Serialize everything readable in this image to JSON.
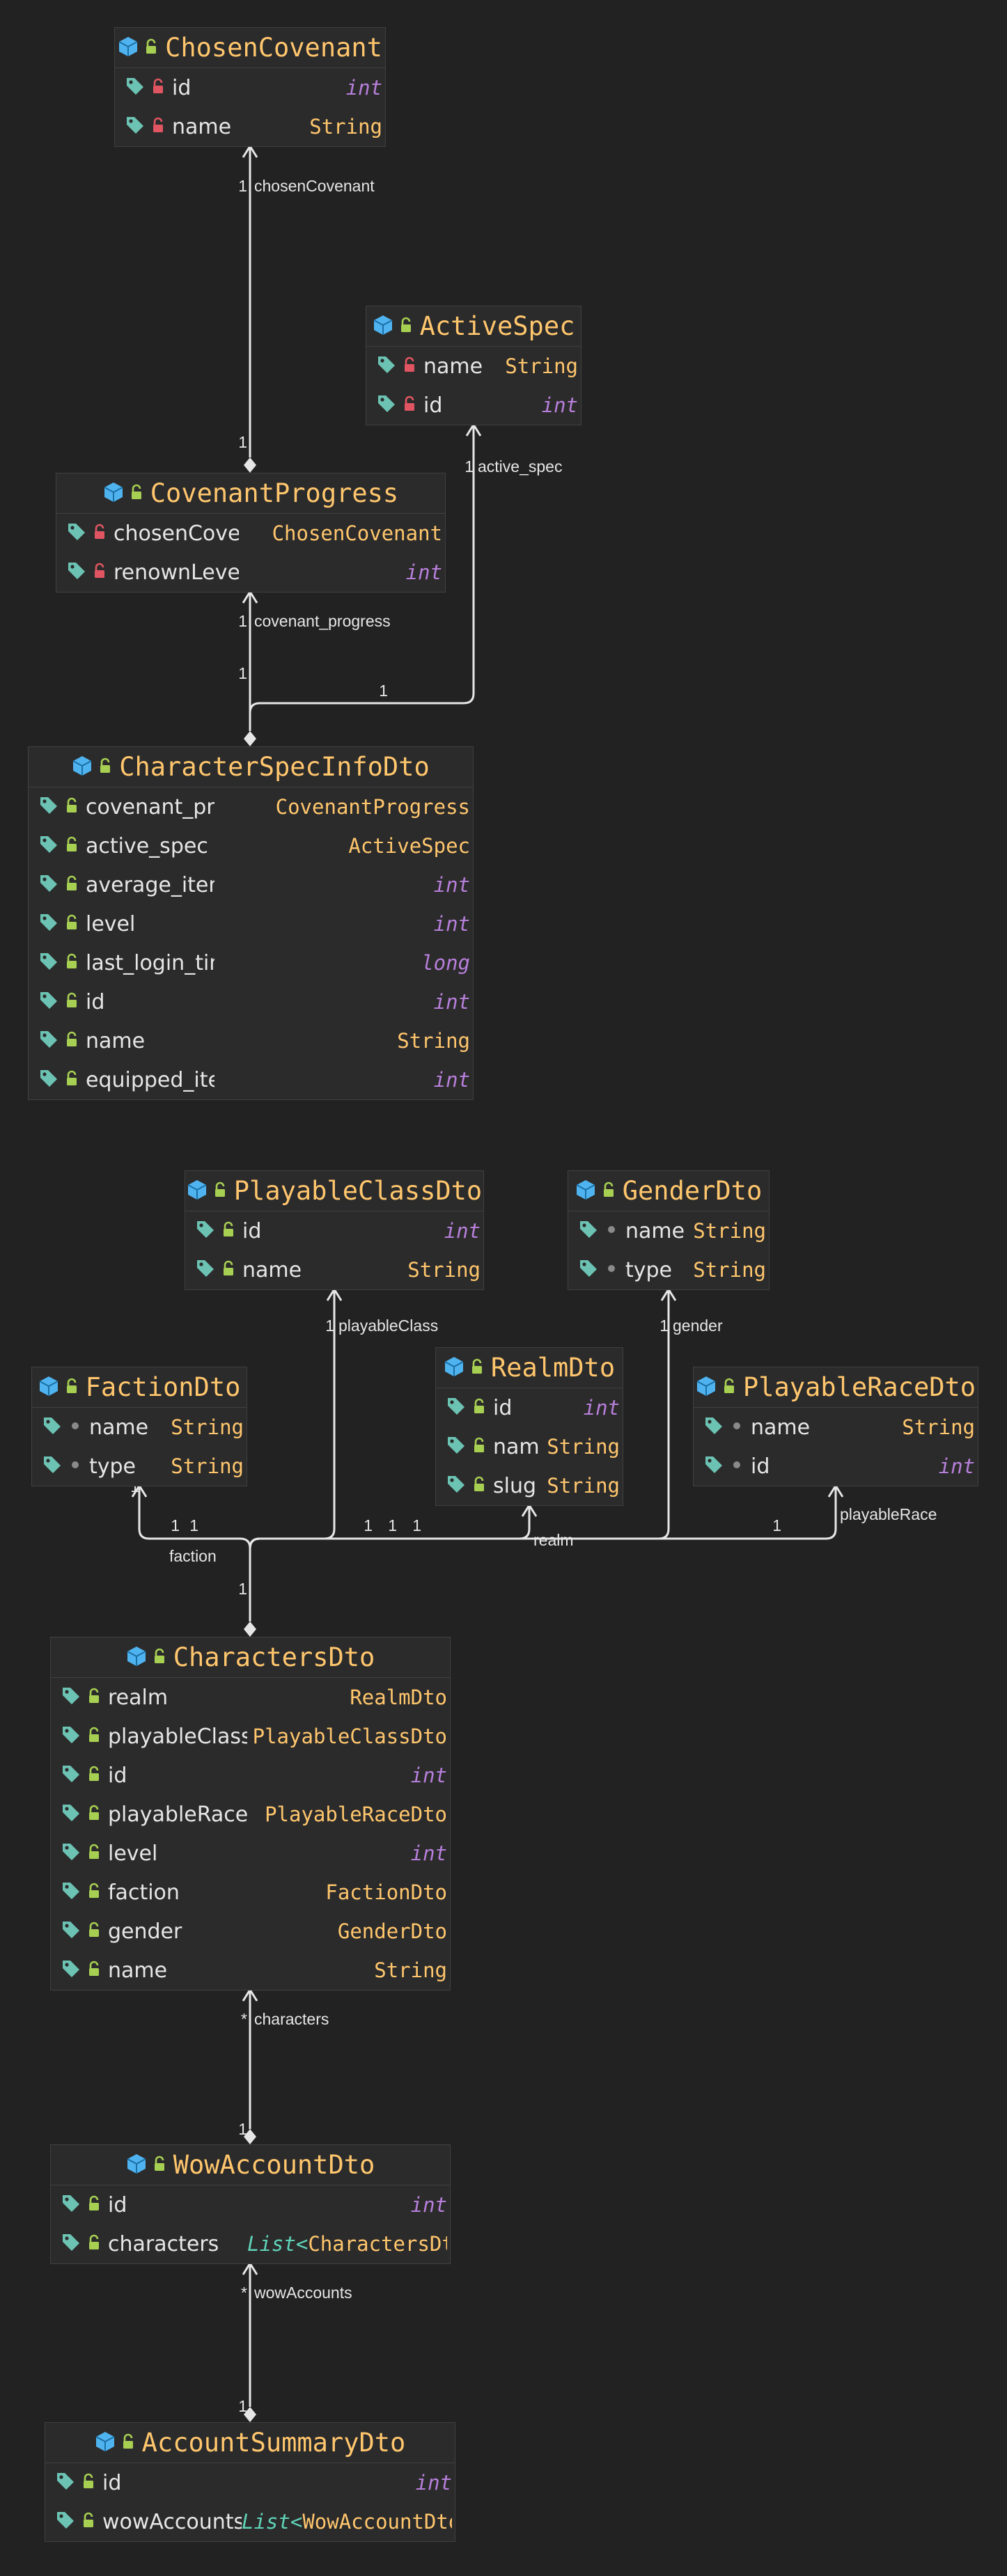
{
  "diagram": {
    "colors": {
      "background": "#222222",
      "box": "#2b2b2b",
      "border": "#404040",
      "class_name": "#ffc66d",
      "ref_type": "#ffc66d",
      "primitive_type": "#b77fdb",
      "list_type": "#5fd3b8",
      "field_name": "#e6e6e6",
      "edge": "#e6e6e6",
      "class_icon": "#4fb3f0",
      "tag_icon": "#6cc3b3",
      "lock_private": "#e05561",
      "lock_public": "#a7cf52"
    },
    "classes": [
      {
        "id": "ChosenCovenant",
        "name": "ChosenCovenant",
        "fields": [
          {
            "name": "id",
            "type": "int",
            "primitive": true,
            "visibility": "private"
          },
          {
            "name": "name",
            "type": "String",
            "visibility": "private"
          }
        ]
      },
      {
        "id": "ActiveSpec",
        "name": "ActiveSpec",
        "fields": [
          {
            "name": "name",
            "type": "String",
            "visibility": "private"
          },
          {
            "name": "id",
            "type": "int",
            "primitive": true,
            "visibility": "private"
          }
        ]
      },
      {
        "id": "CovenantProgress",
        "name": "CovenantProgress",
        "fields": [
          {
            "name": "chosenCovenant",
            "type": "ChosenCovenant",
            "visibility": "private"
          },
          {
            "name": "renownLevel",
            "type": "int",
            "primitive": true,
            "visibility": "private"
          }
        ]
      },
      {
        "id": "CharacterSpecInfoDto",
        "name": "CharacterSpecInfoDto",
        "fields": [
          {
            "name": "covenant_progress",
            "type": "CovenantProgress",
            "visibility": "public"
          },
          {
            "name": "active_spec",
            "type": "ActiveSpec",
            "visibility": "public"
          },
          {
            "name": "average_item_level",
            "type": "int",
            "primitive": true,
            "visibility": "public"
          },
          {
            "name": "level",
            "type": "int",
            "primitive": true,
            "visibility": "public"
          },
          {
            "name": "last_login_timestamp",
            "type": "long",
            "primitive": true,
            "visibility": "public"
          },
          {
            "name": "id",
            "type": "int",
            "primitive": true,
            "visibility": "public"
          },
          {
            "name": "name",
            "type": "String",
            "visibility": "public"
          },
          {
            "name": "equipped_item_level",
            "type": "int",
            "primitive": true,
            "visibility": "public"
          }
        ]
      },
      {
        "id": "PlayableClassDto",
        "name": "PlayableClassDto",
        "fields": [
          {
            "name": "id",
            "type": "int",
            "primitive": true,
            "visibility": "public"
          },
          {
            "name": "name",
            "type": "String",
            "visibility": "public"
          }
        ]
      },
      {
        "id": "GenderDto",
        "name": "GenderDto",
        "fields": [
          {
            "name": "name",
            "type": "String",
            "visibility": "package"
          },
          {
            "name": "type",
            "type": "String",
            "visibility": "package"
          }
        ]
      },
      {
        "id": "FactionDto",
        "name": "FactionDto",
        "fields": [
          {
            "name": "name",
            "type": "String",
            "visibility": "package"
          },
          {
            "name": "type",
            "type": "String",
            "visibility": "package"
          }
        ]
      },
      {
        "id": "RealmDto",
        "name": "RealmDto",
        "fields": [
          {
            "name": "id",
            "type": "int",
            "primitive": true,
            "visibility": "public"
          },
          {
            "name": "name",
            "type": "String",
            "visibility": "public"
          },
          {
            "name": "slug",
            "type": "String",
            "visibility": "public"
          }
        ]
      },
      {
        "id": "PlayableRaceDto",
        "name": "PlayableRaceDto",
        "fields": [
          {
            "name": "name",
            "type": "String",
            "visibility": "package"
          },
          {
            "name": "id",
            "type": "int",
            "primitive": true,
            "visibility": "package"
          }
        ]
      },
      {
        "id": "CharactersDto",
        "name": "CharactersDto",
        "fields": [
          {
            "name": "realm",
            "type": "RealmDto",
            "visibility": "public"
          },
          {
            "name": "playableClass",
            "type": "PlayableClassDto",
            "visibility": "public"
          },
          {
            "name": "id",
            "type": "int",
            "primitive": true,
            "visibility": "public"
          },
          {
            "name": "playableRace",
            "type": "PlayableRaceDto",
            "visibility": "public"
          },
          {
            "name": "level",
            "type": "int",
            "primitive": true,
            "visibility": "public"
          },
          {
            "name": "faction",
            "type": "FactionDto",
            "visibility": "public"
          },
          {
            "name": "gender",
            "type": "GenderDto",
            "visibility": "public"
          },
          {
            "name": "name",
            "type": "String",
            "visibility": "public"
          }
        ]
      },
      {
        "id": "WowAccountDto",
        "name": "WowAccountDto",
        "fields": [
          {
            "name": "id",
            "type": "int",
            "primitive": true,
            "visibility": "public"
          },
          {
            "name": "characters",
            "list_prefix": "List<",
            "type": "CharactersDto>",
            "visibility": "public"
          }
        ]
      },
      {
        "id": "AccountSummaryDto",
        "name": "AccountSummaryDto",
        "fields": [
          {
            "name": "id",
            "type": "int",
            "primitive": true,
            "visibility": "public"
          },
          {
            "name": "wowAccounts",
            "list_prefix": "List<",
            "type": "WowAccountDto>",
            "visibility": "public"
          }
        ]
      }
    ],
    "relations": [
      {
        "from": "CovenantProgress",
        "to": "ChosenCovenant",
        "label": "chosenCovenant",
        "to_mult": "1",
        "from_mult": "1"
      },
      {
        "from": "CharacterSpecInfoDto",
        "to": "CovenantProgress",
        "label": "covenant_progress",
        "to_mult": "1",
        "from_mult": "1"
      },
      {
        "from": "CharacterSpecInfoDto",
        "to": "ActiveSpec",
        "label": "active_spec",
        "to_mult": "1",
        "from_mult": "1"
      },
      {
        "from": "CharactersDto",
        "to": "FactionDto",
        "label": "faction",
        "to_mult": "1",
        "from_mult": "1"
      },
      {
        "from": "CharactersDto",
        "to": "PlayableClassDto",
        "label": "playableClass",
        "to_mult": "1",
        "from_mult": "1"
      },
      {
        "from": "CharactersDto",
        "to": "RealmDto",
        "label": "realm",
        "to_mult": "1",
        "from_mult": "1"
      },
      {
        "from": "CharactersDto",
        "to": "GenderDto",
        "label": "gender",
        "to_mult": "1",
        "from_mult": "1"
      },
      {
        "from": "CharactersDto",
        "to": "PlayableRaceDto",
        "label": "playableRace",
        "to_mult": "1",
        "from_mult": "1"
      },
      {
        "from": "WowAccountDto",
        "to": "CharactersDto",
        "label": "characters",
        "to_mult": "*",
        "from_mult": "1"
      },
      {
        "from": "AccountSummaryDto",
        "to": "WowAccountDto",
        "label": "wowAccounts",
        "to_mult": "*",
        "from_mult": "1"
      }
    ]
  }
}
